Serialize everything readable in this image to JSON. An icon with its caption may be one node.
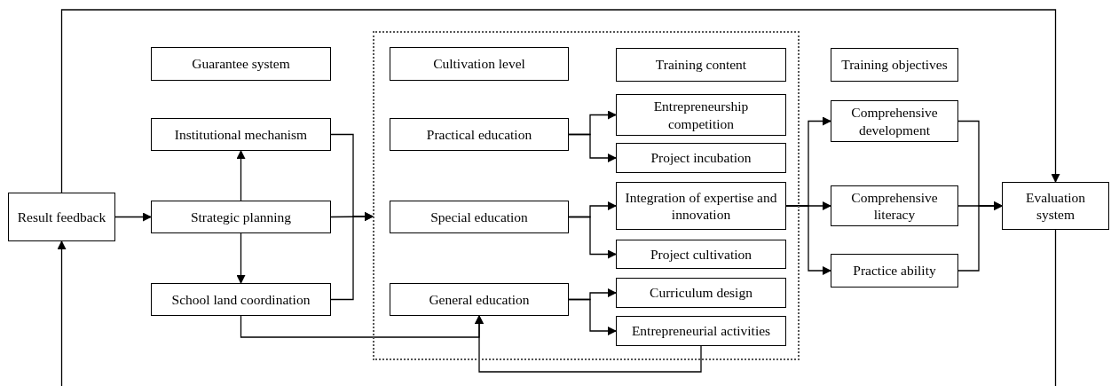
{
  "diagram": {
    "nodes": [
      {
        "text": [
          "Result feedback"
        ]
      },
      {
        "text": [
          "Guarantee system"
        ]
      },
      {
        "text": [
          "Institutional mechanism"
        ]
      },
      {
        "text": [
          "Strategic planning"
        ]
      },
      {
        "text": [
          "School land coordination"
        ]
      },
      {
        "text": [],
        "shape": "box"
      },
      {
        "text": [
          "Cultivation level"
        ],
        "in": 5
      },
      {
        "text": [
          "Training content"
        ],
        "in": 5
      },
      {
        "text": [
          "Practical education"
        ],
        "in": 5
      },
      {
        "text": [
          "Entrepreneurship competition"
        ],
        "in": 5
      },
      {
        "text": [
          "Project incubation"
        ],
        "in": 5
      },
      {
        "text": [
          "Special education"
        ],
        "in": 5
      },
      {
        "text": [
          "Integration of expertise and innovation"
        ],
        "in": 5
      },
      {
        "text": [
          "Project cultivation"
        ],
        "in": 5
      },
      {
        "text": [
          "General education"
        ],
        "in": 5
      },
      {
        "text": [
          "Curriculum design"
        ],
        "in": 5
      },
      {
        "text": [
          "Entrepreneurial activities"
        ],
        "in": 5
      },
      {
        "text": [
          "Training objectives"
        ]
      },
      {
        "text": [
          "Comprehensive development"
        ]
      },
      {
        "text": [
          "Comprehensive literacy"
        ]
      },
      {
        "text": [
          "Practice ability"
        ]
      },
      {
        "text": [
          "Evaluation system"
        ]
      }
    ],
    "edges": [
      {
        "from": 0,
        "to": 3,
        "arrow": "to"
      },
      {
        "from": 3,
        "to": 2,
        "arrow": "to"
      },
      {
        "from": 3,
        "to": 4,
        "arrow": "to"
      },
      {
        "from": 2,
        "to": 5,
        "arrow": "to"
      },
      {
        "from": 3,
        "to": 5,
        "arrow": "to"
      },
      {
        "from": 4,
        "to": 5,
        "arrow": "to"
      },
      {
        "from": 4,
        "to": 14,
        "arrow": "to"
      },
      {
        "from": 16,
        "to": 14,
        "arrow": "to"
      },
      {
        "from": 8,
        "to": 9,
        "arrow": "to"
      },
      {
        "from": 8,
        "to": 10,
        "arrow": "to"
      },
      {
        "from": 11,
        "to": 12,
        "arrow": "to"
      },
      {
        "from": 11,
        "to": 13,
        "arrow": "to"
      },
      {
        "from": 14,
        "to": 15,
        "arrow": "to"
      },
      {
        "from": 14,
        "to": 16,
        "arrow": "to"
      },
      {
        "from": 12,
        "to": 18,
        "arrow": "to"
      },
      {
        "from": 12,
        "to": 19,
        "arrow": "to"
      },
      {
        "from": 12,
        "to": 20,
        "arrow": "to"
      },
      {
        "from": 18,
        "to": 21,
        "arrow": "to"
      },
      {
        "from": 19,
        "to": 21,
        "arrow": "to"
      },
      {
        "from": 20,
        "to": 21,
        "arrow": "to"
      },
      {
        "from": 0,
        "to": 21,
        "arrow": "to"
      },
      {
        "from": 21,
        "to": null,
        "arrow": "none"
      },
      {
        "from": null,
        "to": 0,
        "arrow": "to"
      }
    ]
  }
}
